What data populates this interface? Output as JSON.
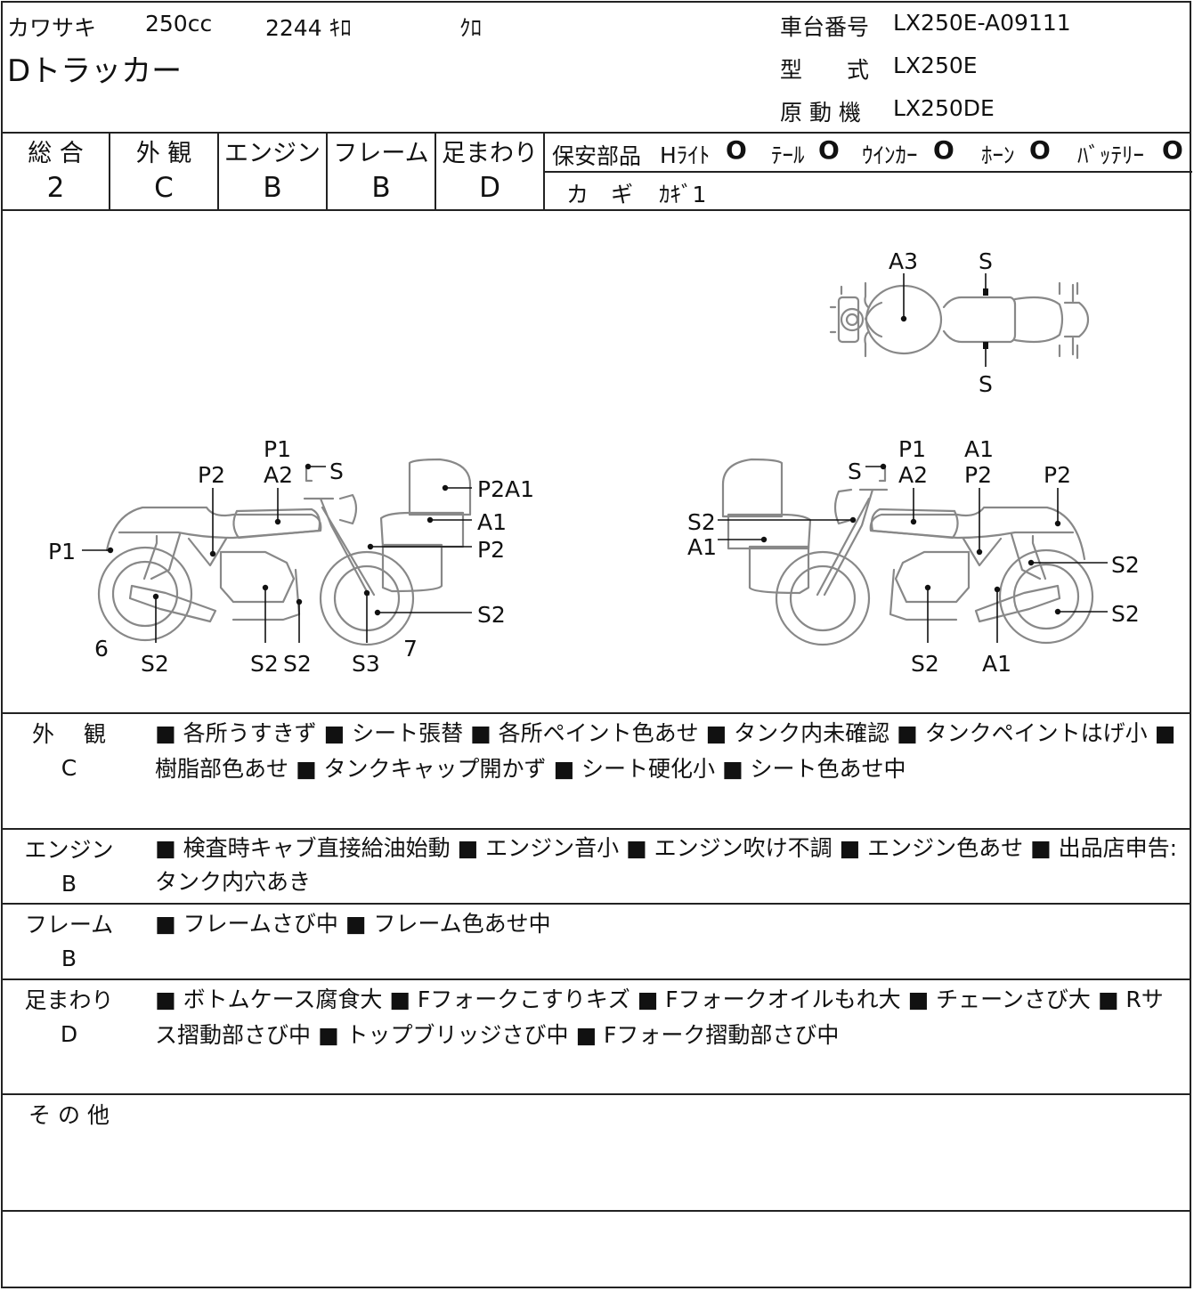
{
  "header": {
    "maker": "カワサキ",
    "displacement": "250cc",
    "mileage": "2244 ｷﾛ",
    "color": "ｸﾛ",
    "model_name": "Dトラッカー",
    "frame_label": "車台番号",
    "frame_number": "LX250E-A09111",
    "type_label": "型　　式",
    "type_value": "LX250E",
    "engine_label": "原 動 機",
    "engine_value": "LX250DE"
  },
  "grades": [
    {
      "label": "総 合",
      "value": "2"
    },
    {
      "label": "外 観",
      "value": "C"
    },
    {
      "label": "エンジン",
      "value": "B"
    },
    {
      "label": "フレーム",
      "value": "B"
    },
    {
      "label": "足まわり",
      "value": "D"
    }
  ],
  "safety": {
    "label": "保安部品",
    "items": [
      {
        "name": "Hﾗｲﾄ",
        "mark": "O"
      },
      {
        "name": "ﾃｰﾙ",
        "mark": "O"
      },
      {
        "name": "ｳｲﾝｶｰ",
        "mark": "O"
      },
      {
        "name": "ﾎｰﾝ",
        "mark": "O"
      },
      {
        "name": "ﾊﾞｯﾃﾘｰ",
        "mark": "O"
      }
    ],
    "key_label": "カ　ギ",
    "key_value": "ｶｷﾞ1"
  },
  "diagram": {
    "top_labels": [
      "A3",
      "S",
      "S"
    ],
    "left_labels": [
      "P1",
      "A2",
      "S",
      "P2",
      "P2A1",
      "A1",
      "P1",
      "P2",
      "S2",
      "6",
      "S2",
      "S2",
      "S2",
      "S3",
      "7"
    ],
    "right_labels": [
      "S",
      "P1",
      "A2",
      "A1",
      "P2",
      "P2",
      "S2",
      "A1",
      "S2",
      "S2",
      "S2",
      "A1"
    ]
  },
  "remarks": [
    {
      "label1": "外　 観",
      "label2": "C",
      "text": "■ 各所うすきず ■ シート張替 ■ 各所ペイント色あせ ■ タンク内未確認 ■ タンクペイントはげ小 ■ 樹脂部色あせ ■ タンクキャップ開かず ■ シート硬化小 ■ シート色あせ中"
    },
    {
      "label1": "エンジン",
      "label2": "B",
      "text": "■ 検査時キャブ直接給油始動 ■ エンジン音小 ■ エンジン吹け不調 ■ エンジン色あせ ■ 出品店申告:タンク内穴あき"
    },
    {
      "label1": "フレーム",
      "label2": "B",
      "text": "■ フレームさび中 ■ フレーム色あせ中"
    },
    {
      "label1": "足まわり",
      "label2": "D",
      "text": "■ ボトムケース腐食大 ■ Fフォークこすりキズ ■ Fフォークオイルもれ大 ■ チェーンさび大 ■ Rサス摺動部さび中 ■ トップブリッジさび中 ■ Fフォーク摺動部さび中"
    },
    {
      "label1": "そ の 他",
      "label2": "",
      "text": ""
    }
  ]
}
